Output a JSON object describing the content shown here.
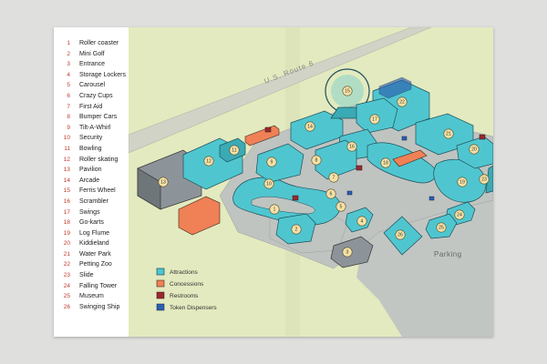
{
  "legend_items": [
    {
      "num": "1",
      "label": "Roller coaster"
    },
    {
      "num": "2",
      "label": "Mini Golf"
    },
    {
      "num": "3",
      "label": "Entrance"
    },
    {
      "num": "4",
      "label": "Storage Lockers"
    },
    {
      "num": "5",
      "label": "Carousel"
    },
    {
      "num": "6",
      "label": "Crazy Cups"
    },
    {
      "num": "7",
      "label": "First Aid"
    },
    {
      "num": "8",
      "label": "Bumper Cars"
    },
    {
      "num": "9",
      "label": "Tilt-A-Whirl"
    },
    {
      "num": "10",
      "label": "Security"
    },
    {
      "num": "11",
      "label": "Bowling"
    },
    {
      "num": "12",
      "label": "Roller skating"
    },
    {
      "num": "13",
      "label": "Pavilion"
    },
    {
      "num": "14",
      "label": "Arcade"
    },
    {
      "num": "15",
      "label": "Ferris Wheel"
    },
    {
      "num": "16",
      "label": "Scrambler"
    },
    {
      "num": "17",
      "label": "Swings"
    },
    {
      "num": "18",
      "label": "Go-karts"
    },
    {
      "num": "19",
      "label": "Log Flume"
    },
    {
      "num": "20",
      "label": "Kiddieland"
    },
    {
      "num": "21",
      "label": "Water Park"
    },
    {
      "num": "22",
      "label": "Petting Zoo"
    },
    {
      "num": "23",
      "label": "Slide"
    },
    {
      "num": "24",
      "label": "Falling Tower"
    },
    {
      "num": "25",
      "label": "Museum"
    },
    {
      "num": "26",
      "label": "Swinging Ship"
    }
  ],
  "road_label": "U.S. Route 6",
  "parking_label": "Parking",
  "key": {
    "attractions": "Attractions",
    "concessions": "Concessions",
    "restrooms": "Restrooms",
    "token_dispensers": "Token Dispensers"
  },
  "colors": {
    "attractions": "#4fc6cf",
    "concessions": "#f08055",
    "restrooms": "#9b2a2f",
    "token_dispensers": "#2d5fb0",
    "grass": "#e3eabf",
    "road": "#d2d3c7",
    "plaza": "#bfc4c1"
  }
}
